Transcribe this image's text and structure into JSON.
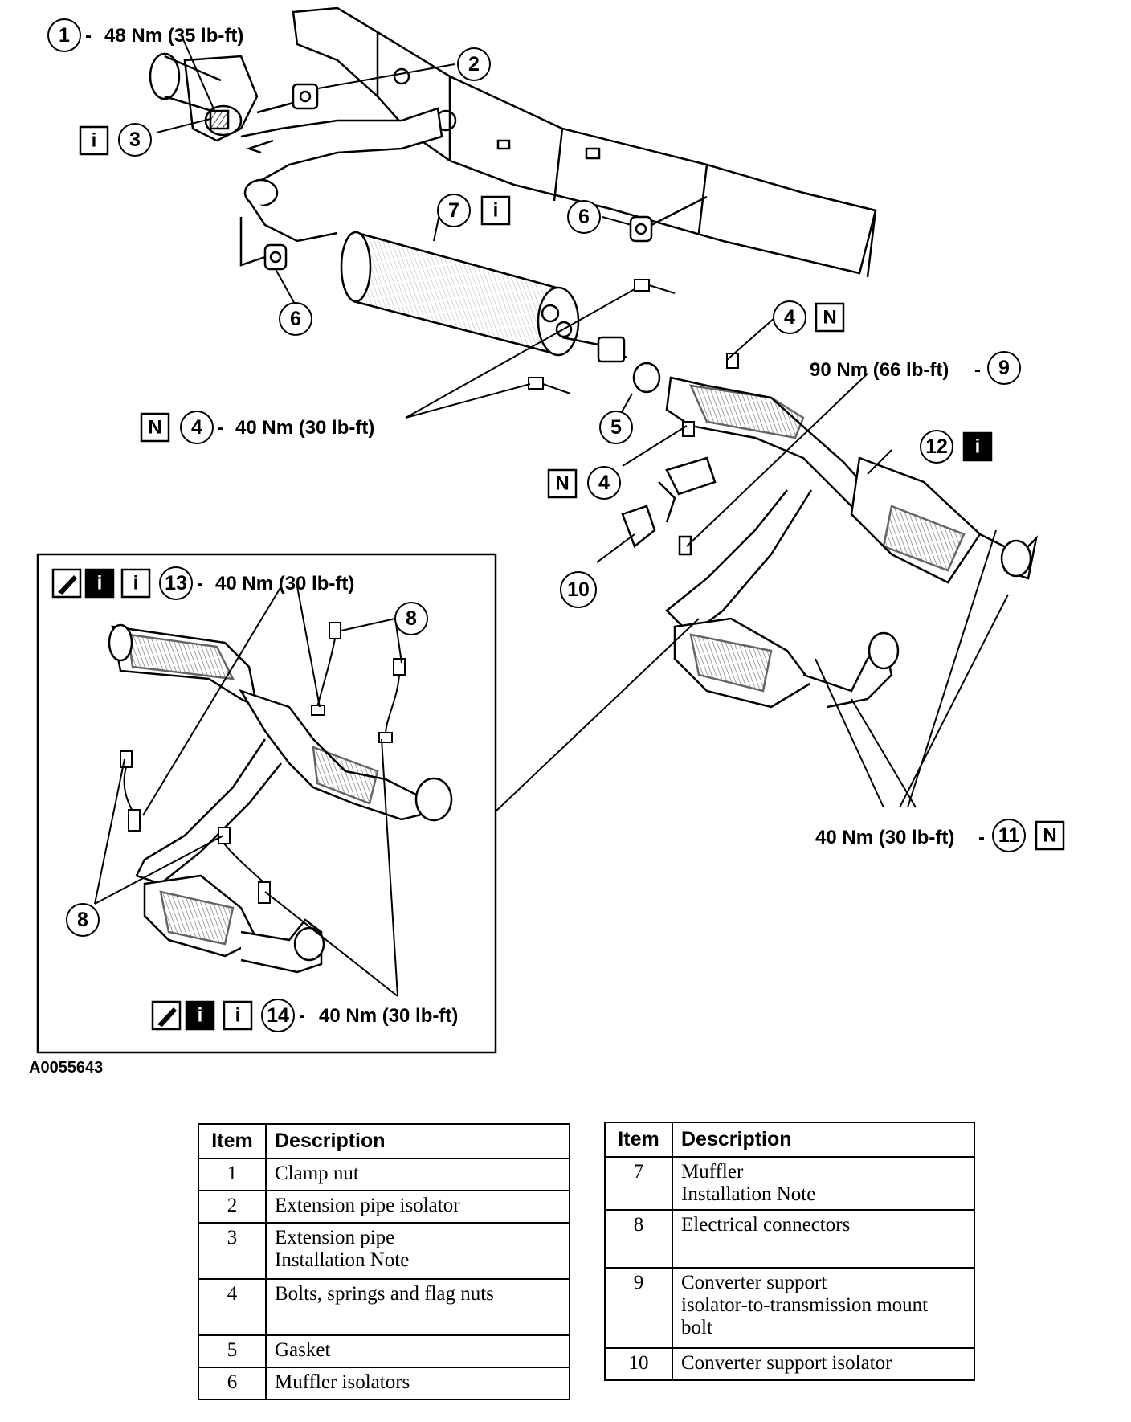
{
  "figure_id": "A0055643",
  "callouts": {
    "c1": {
      "num": "1",
      "torque": "48 Nm (35 lb-ft)"
    },
    "c2": {
      "num": "2"
    },
    "c3": {
      "num": "3",
      "badge": "i"
    },
    "c4a": {
      "num": "4",
      "badge": "N"
    },
    "c4b": {
      "num": "4",
      "badge": "N",
      "torque": "40 Nm (30 lb-ft)"
    },
    "c4c": {
      "num": "4",
      "badge": "N"
    },
    "c5": {
      "num": "5"
    },
    "c6a": {
      "num": "6"
    },
    "c6b": {
      "num": "6"
    },
    "c7": {
      "num": "7",
      "badge": "i"
    },
    "c9": {
      "num": "9",
      "torque": "90 Nm (66 lb-ft)"
    },
    "c10": {
      "num": "10"
    },
    "c11": {
      "num": "11",
      "badge": "N",
      "torque": "40 Nm (30 lb-ft)"
    },
    "c12": {
      "num": "12",
      "badge": "i"
    },
    "c13": {
      "num": "13",
      "badge": "i",
      "torque": "40 Nm (30 lb-ft)"
    },
    "c14": {
      "num": "14",
      "badge": "i",
      "torque": "40 Nm (30 lb-ft)"
    },
    "c8a": {
      "num": "8"
    },
    "c8b": {
      "num": "8"
    }
  },
  "legend_left": {
    "header_item": "Item",
    "header_desc": "Description",
    "rows": [
      {
        "item": "1",
        "lines": [
          "Clamp nut"
        ]
      },
      {
        "item": "2",
        "lines": [
          "Extension pipe isolator"
        ]
      },
      {
        "item": "3",
        "lines": [
          "Extension pipe",
          "Installation Note"
        ]
      },
      {
        "item": "4",
        "lines": [
          "Bolts, springs and flag nuts"
        ]
      },
      {
        "item": "5",
        "lines": [
          "Gasket"
        ]
      },
      {
        "item": "6",
        "lines": [
          "Muffler isolators"
        ]
      }
    ]
  },
  "legend_right": {
    "header_item": "Item",
    "header_desc": "Description",
    "rows": [
      {
        "item": "7",
        "lines": [
          "Muffler",
          "Installation Note"
        ]
      },
      {
        "item": "8",
        "lines": [
          "Electrical connectors"
        ]
      },
      {
        "item": "9",
        "lines": [
          "Converter support",
          "isolator-to-transmission mount",
          "bolt"
        ]
      },
      {
        "item": "10",
        "lines": [
          "Converter support isolator"
        ]
      }
    ]
  }
}
